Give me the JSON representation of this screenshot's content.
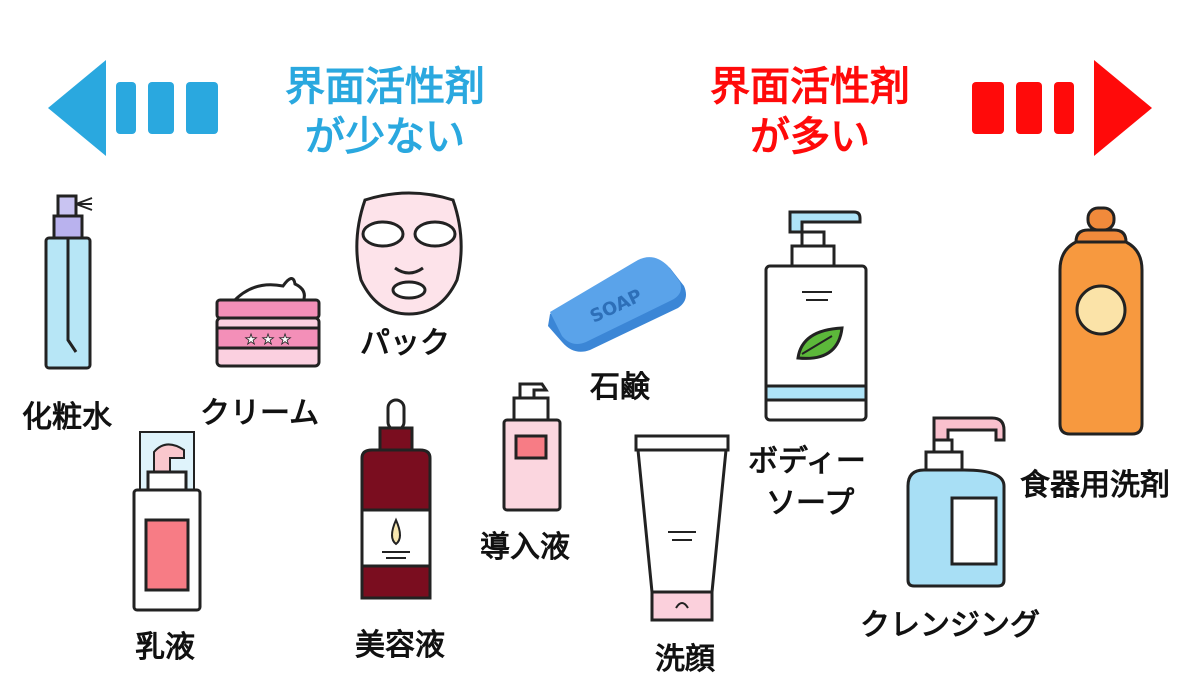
{
  "header": {
    "left": {
      "line1": "界面活性剤",
      "line2": "が少ない",
      "color": "#2aa8df"
    },
    "right": {
      "line1": "界面活性剤",
      "line2": "が多い",
      "color": "#ff0a0a"
    }
  },
  "products": {
    "toner": "化粧水",
    "cream": "クリーム",
    "pack": "パック",
    "milk": "乳液",
    "serum": "美容液",
    "booster": "導入液",
    "soap": "石鹸",
    "soap_text": "SOAP",
    "face_wash": "洗顔",
    "body_soap_line1": "ボディー",
    "body_soap_line2": "ソープ",
    "cleansing": "クレンジング",
    "dish_detergent": "食器用洗剤"
  }
}
